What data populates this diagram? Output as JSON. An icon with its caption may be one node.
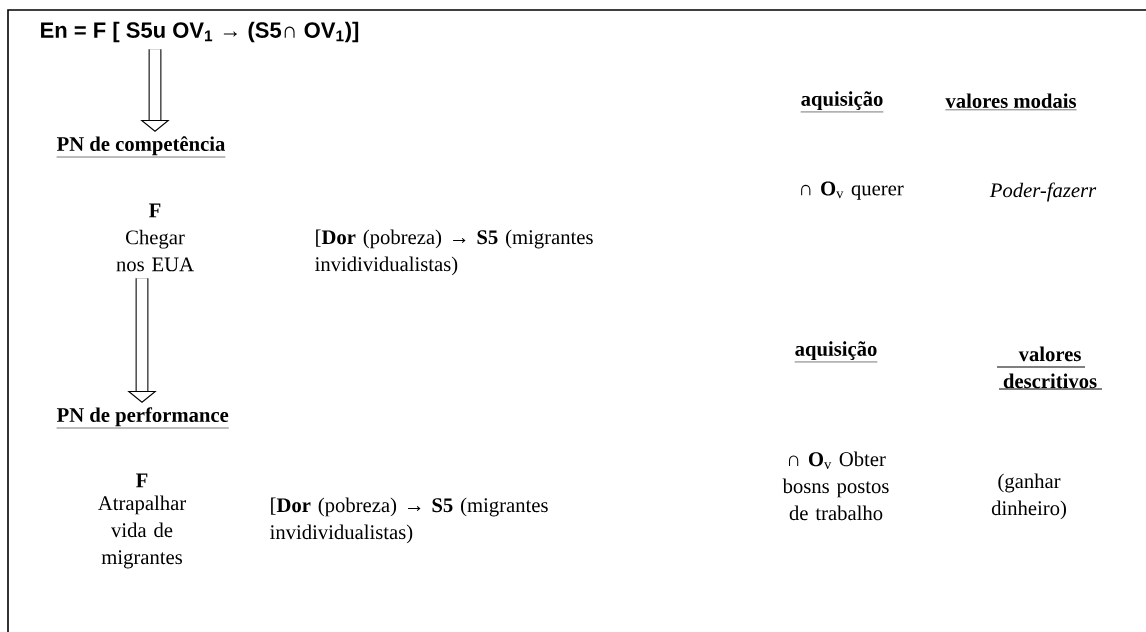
{
  "diagram": {
    "nodes": [
      {
        "text": [
          "En = F [ S5u OV$_{1}$ → (S5∩ OV$_{1}$)]"
        ]
      },
      {
        "text": [
          "PN de competência"
        ]
      },
      {
        "text": [
          "F",
          "Chegar nos EUA"
        ]
      },
      {
        "text": [
          "PN de performance"
        ]
      }
    ],
    "edges": [
      {
        "from": 0,
        "to": 1,
        "arrow": "to"
      },
      {
        "from": 2,
        "to": 3,
        "arrow": "to"
      }
    ],
    "labels": [
      "aquisição",
      "valores modais",
      "[**Dor** (pobreza) → **S5** (migrantes invidividualistas)",
      "∩ **O**$_{v}$ querer",
      "*Poder-fazerr*",
      "aquisição",
      "valores descritivos",
      "F",
      "Atrapalhar vida de migrantes",
      "[**Dor** (pobreza) → **S5** (migrantes invidividualistas)",
      "∩ **O**$_{v}$ Obter bosns postos de trabalho",
      "(ganhar dinheiro)"
    ]
  }
}
